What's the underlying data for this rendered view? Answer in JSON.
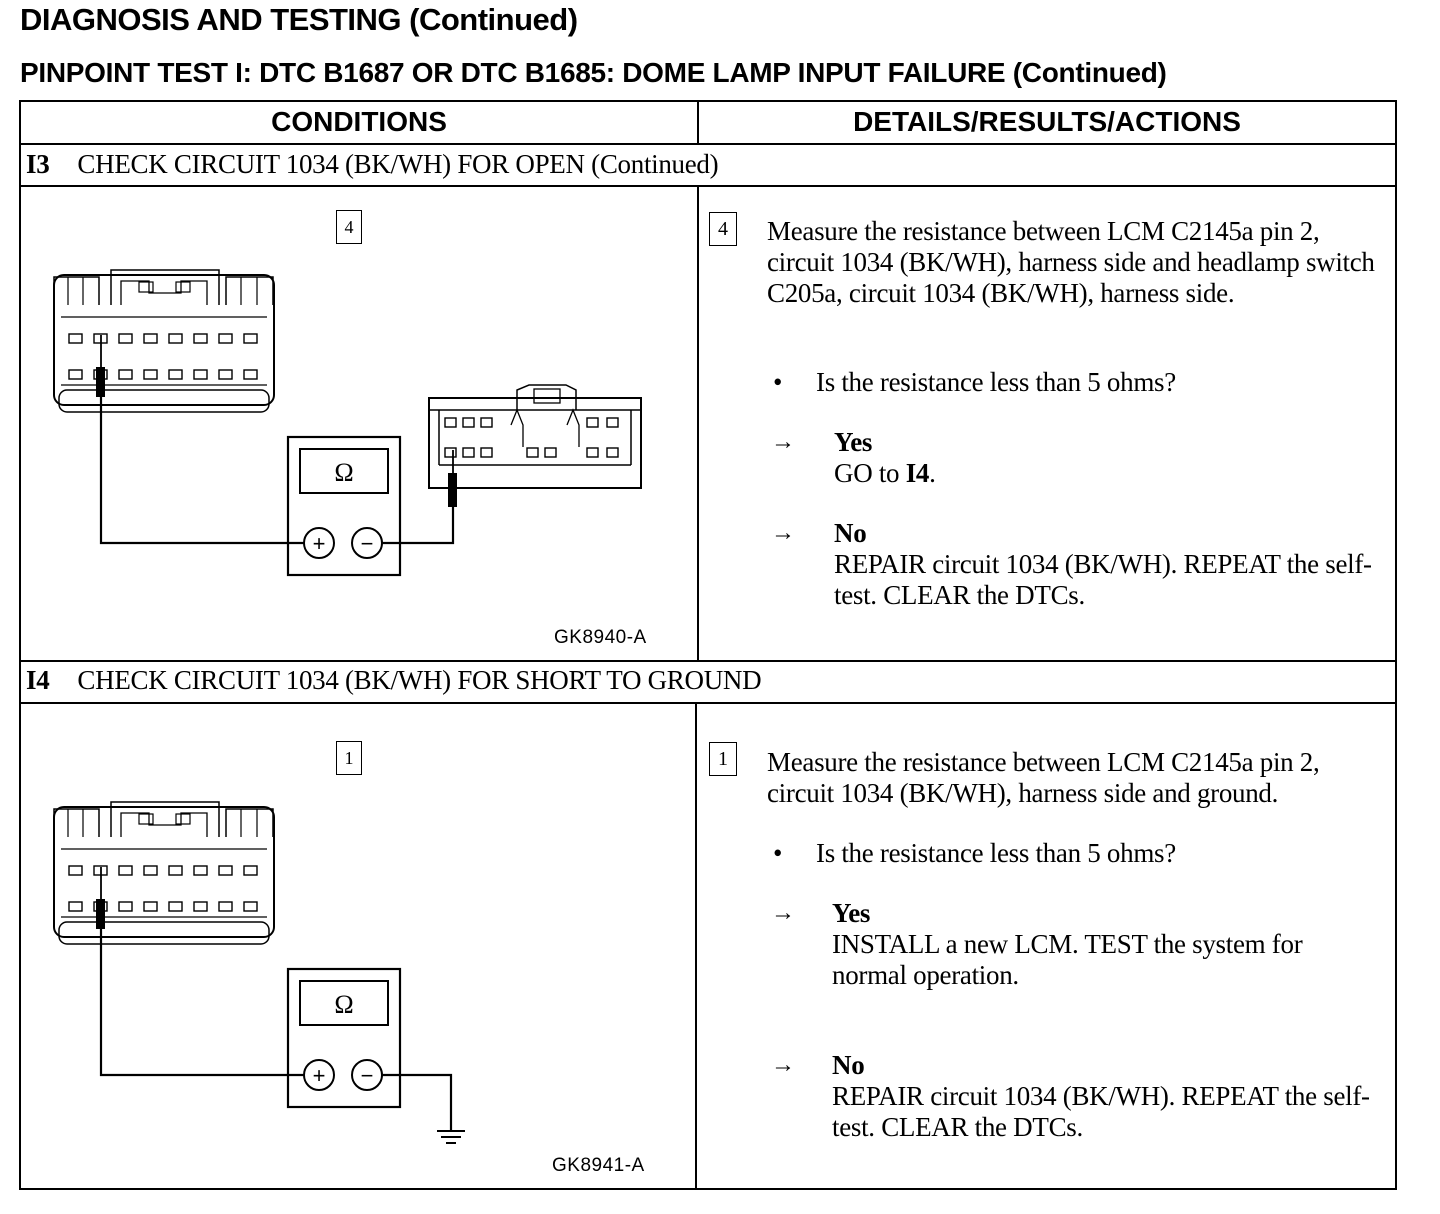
{
  "header": {
    "title": "DIAGNOSIS AND TESTING (Continued)",
    "subtitle": "PINPOINT TEST I: DTC B1687 OR DTC B1685: DOME LAMP INPUT FAILURE (Continued)"
  },
  "table": {
    "col_conditions": "CONDITIONS",
    "col_details": "DETAILS/RESULTS/ACTIONS"
  },
  "steps": [
    {
      "id": "I3",
      "title": "CHECK CIRCUIT 1034 (BK/WH) FOR OPEN (Continued)",
      "step_number": "4",
      "figure_id": "GK8940-A",
      "meter_symbol": "Ω",
      "plus": "+",
      "minus": "−",
      "instruction": "Measure the resistance between LCM C2145a pin 2, circuit 1034 (BK/WH), harness side and headlamp switch C205a, circuit 1034 (BK/WH), harness side.",
      "question": "Is the resistance less than 5 ohms?",
      "yes_label": "Yes",
      "yes_action_prefix": "GO to ",
      "yes_action_ref": "I4",
      "yes_action_suffix": ".",
      "no_label": "No",
      "no_action": "REPAIR circuit 1034 (BK/WH). REPEAT the self-test. CLEAR the DTCs."
    },
    {
      "id": "I4",
      "title": "CHECK CIRCUIT 1034 (BK/WH) FOR SHORT TO GROUND",
      "step_number": "1",
      "figure_id": "GK8941-A",
      "meter_symbol": "Ω",
      "plus": "+",
      "minus": "−",
      "instruction": "Measure the resistance between LCM C2145a pin 2, circuit 1034 (BK/WH), harness side and ground.",
      "question": "Is the resistance less than 5 ohms?",
      "yes_label": "Yes",
      "yes_action": "INSTALL a new LCM. TEST the system for normal operation.",
      "no_label": "No",
      "no_action": "REPAIR circuit 1034 (BK/WH). REPEAT the self-test. CLEAR the DTCs."
    }
  ],
  "symbols": {
    "bullet": "•",
    "arrow": "→"
  }
}
